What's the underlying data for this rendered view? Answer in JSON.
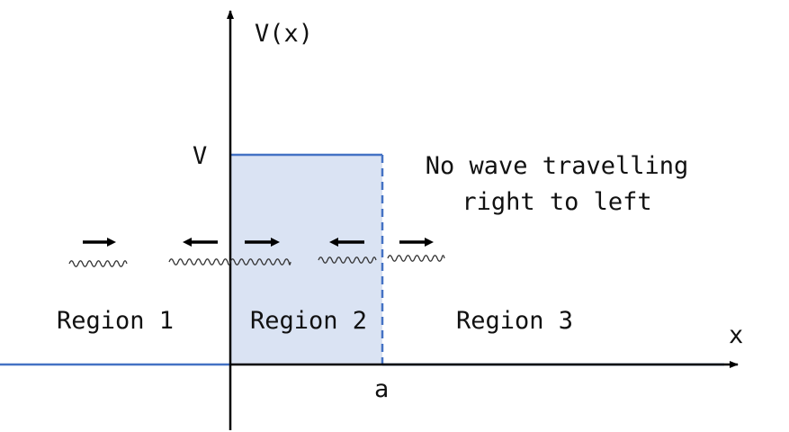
{
  "labels": {
    "y_axis": "V(x)",
    "x_axis": "x",
    "barrier_height": "V",
    "barrier_edge": "a",
    "note_line1": "No wave travelling",
    "note_line2": "right to left"
  },
  "regions": [
    "Region 1",
    "Region 2",
    "Region 3"
  ],
  "waves": [
    {
      "region": "Region 1",
      "direction": "right"
    },
    {
      "region": "Region 1",
      "direction": "left"
    },
    {
      "region": "Region 2",
      "direction": "right"
    },
    {
      "region": "Region 2",
      "direction": "left"
    },
    {
      "region": "Region 3",
      "direction": "right"
    }
  ],
  "colors": {
    "potential_line": "#4472c4",
    "barrier_fill": "#dae3f3",
    "axis": "#000000",
    "text": "#111111"
  },
  "icons": {
    "wave": "wavy-line-icon",
    "arrow_right": "arrow-right-icon",
    "arrow_left": "arrow-left-icon"
  }
}
